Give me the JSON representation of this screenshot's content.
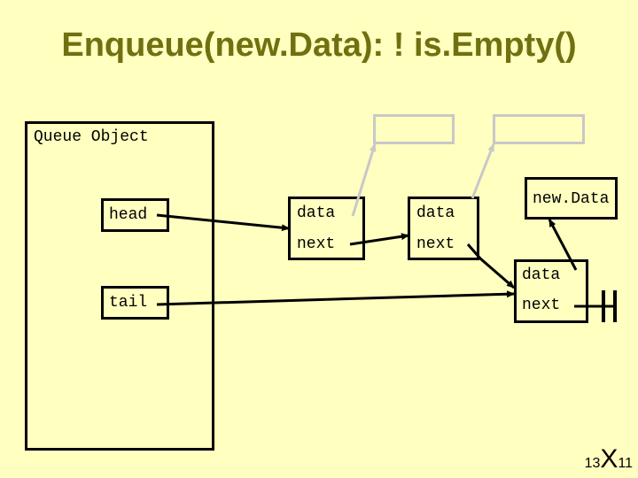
{
  "title": "Enqueue(new.Data): ! is.Empty()",
  "queue_object": {
    "label": "Queue Object",
    "head_label": "head",
    "tail_label": "tail"
  },
  "node1": {
    "data_label": "data",
    "next_label": "next"
  },
  "node2": {
    "data_label": "data",
    "next_label": "next"
  },
  "new_node": {
    "data_label": "data",
    "next_label": "next"
  },
  "new_data_label": "new.Data",
  "slide_number": {
    "left": "13",
    "mid": "X",
    "right": "11"
  },
  "colors": {
    "background": "#FFFFC0",
    "title": "#707010",
    "ghost_box": "#C8C8C8",
    "line": "#000000"
  }
}
